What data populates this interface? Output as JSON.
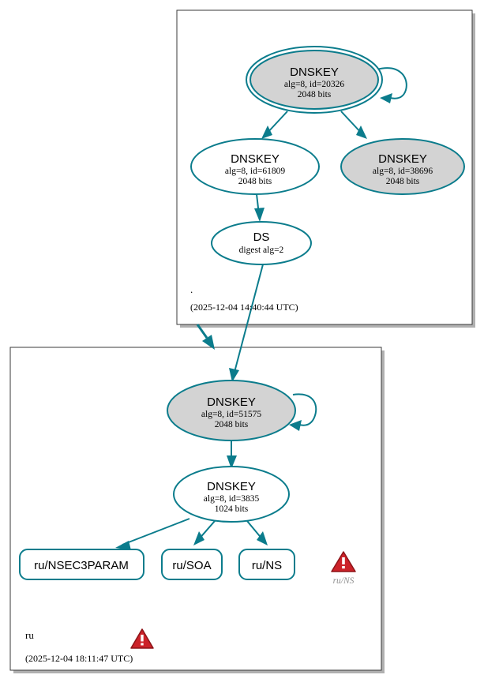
{
  "diagram": {
    "type": "dnssec-authentication-chain",
    "accent_color": "#0b7c8c",
    "node_shaded_color": "#d3d3d3",
    "warning_color": "#cc2229",
    "zone_border_color": "#3a3a3a"
  },
  "zones": [
    {
      "id": "root",
      "name": ".",
      "timestamp": "(2025-12-04 14:40:44 UTC)",
      "has_warning": false
    },
    {
      "id": "ru",
      "name": "ru",
      "timestamp": "(2025-12-04 18:11:47 UTC)",
      "has_warning": true
    }
  ],
  "nodes": [
    {
      "id": "ksk-root",
      "kind": "DNSKEY",
      "title": "DNSKEY",
      "line2": "alg=8, id=20326",
      "line3": "2048 bits",
      "alg": 8,
      "key_id": 20326,
      "key_size": "2048 bits",
      "shaded": true,
      "double_ring": true,
      "self_signed": true
    },
    {
      "id": "zsk-root-61809",
      "kind": "DNSKEY",
      "title": "DNSKEY",
      "line2": "alg=8, id=61809",
      "line3": "2048 bits",
      "alg": 8,
      "key_id": 61809,
      "key_size": "2048 bits",
      "shaded": false,
      "double_ring": false,
      "self_signed": false
    },
    {
      "id": "zsk-root-38696",
      "kind": "DNSKEY",
      "title": "DNSKEY",
      "line2": "alg=8, id=38696",
      "line3": "2048 bits",
      "alg": 8,
      "key_id": 38696,
      "key_size": "2048 bits",
      "shaded": true,
      "double_ring": false,
      "self_signed": false
    },
    {
      "id": "ds-ru",
      "kind": "DS",
      "title": "DS",
      "line2": "digest alg=2",
      "line3": "",
      "shaded": false,
      "double_ring": false,
      "self_signed": false
    },
    {
      "id": "ksk-ru",
      "kind": "DNSKEY",
      "title": "DNSKEY",
      "line2": "alg=8, id=51575",
      "line3": "2048 bits",
      "alg": 8,
      "key_id": 51575,
      "key_size": "2048 bits",
      "shaded": true,
      "double_ring": false,
      "self_signed": true
    },
    {
      "id": "zsk-ru",
      "kind": "DNSKEY",
      "title": "DNSKEY",
      "line2": "alg=8, id=3835",
      "line3": "1024 bits",
      "alg": 8,
      "key_id": 3835,
      "key_size": "1024 bits",
      "shaded": false,
      "double_ring": false,
      "self_signed": false
    }
  ],
  "rrsets": [
    {
      "id": "rrset-nsec3param",
      "label": "ru/NSEC3PARAM"
    },
    {
      "id": "rrset-soa",
      "label": "ru/SOA"
    },
    {
      "id": "rrset-ns",
      "label": "ru/NS"
    }
  ],
  "warnings": [
    {
      "id": "warning-ru-ns",
      "label": "ru/NS",
      "glyph": "warning-triangle"
    },
    {
      "id": "warning-zone-ru",
      "label": "",
      "glyph": "warning-triangle"
    }
  ]
}
